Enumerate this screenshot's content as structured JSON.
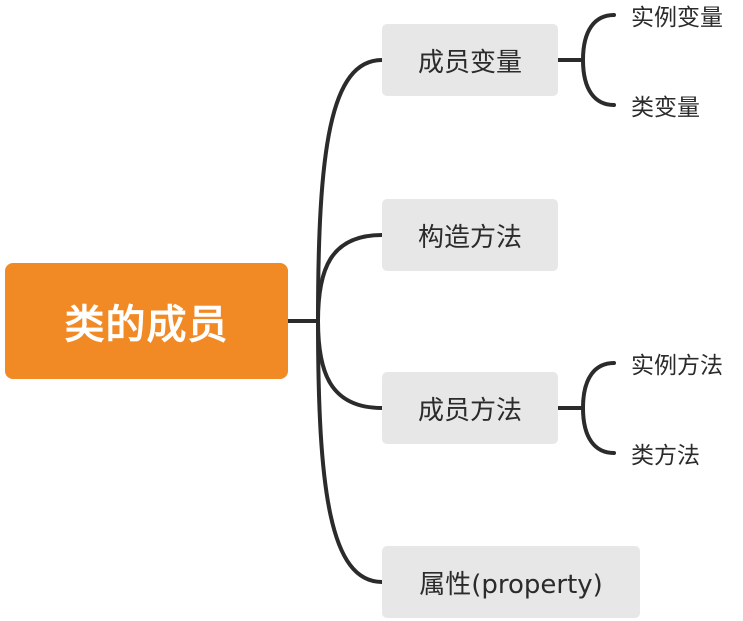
{
  "diagram": {
    "root": {
      "label": "类的成员"
    },
    "branches": [
      {
        "label": "成员变量",
        "children": [
          {
            "label": "实例变量"
          },
          {
            "label": "类变量"
          }
        ]
      },
      {
        "label": "构造方法",
        "children": []
      },
      {
        "label": "成员方法",
        "children": [
          {
            "label": "实例方法"
          },
          {
            "label": "类方法"
          }
        ]
      },
      {
        "label": "属性(property)",
        "children": []
      }
    ],
    "colors": {
      "root_fill": "#f18a24",
      "root_text": "#ffffff",
      "branch_fill": "#e7e7e7",
      "text": "#2b2b2b",
      "connector": "#2b2b2b"
    }
  }
}
